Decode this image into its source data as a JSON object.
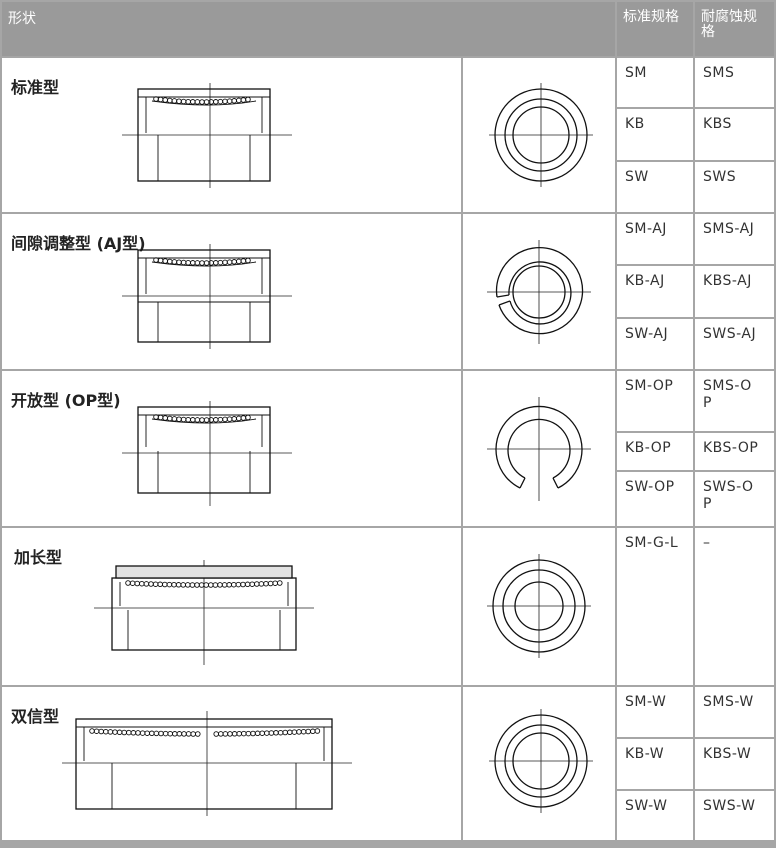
{
  "header": {
    "shape": "形状",
    "standard": "标准规格",
    "corrosion": "耐腐蚀规格"
  },
  "rows": [
    {
      "name": "标准型",
      "standard": [
        "SM",
        "KB",
        "SW"
      ],
      "corrosion": [
        "SMS",
        "KBS",
        "SWS"
      ]
    },
    {
      "name": "间隙调整型 (AJ型)",
      "standard": [
        "SM-AJ",
        "KB-AJ",
        "SW-AJ"
      ],
      "corrosion": [
        "SMS-AJ",
        "KBS-AJ",
        "SWS-AJ"
      ]
    },
    {
      "name": "开放型 (OP型)",
      "standard": [
        "SM-OP",
        "KB-OP",
        "SW-OP"
      ],
      "corrosion": [
        "SMS-OP",
        "KBS-OP",
        "SWS-OP"
      ]
    },
    {
      "name": "加长型",
      "standard": [
        "SM-G-L"
      ],
      "corrosion": [
        "–"
      ]
    },
    {
      "name": "双信型",
      "standard": [
        "SM-W",
        "KB-W",
        "SW-W"
      ],
      "corrosion": [
        "SMS-W",
        "KBS-W",
        "SWS-W"
      ]
    }
  ]
}
